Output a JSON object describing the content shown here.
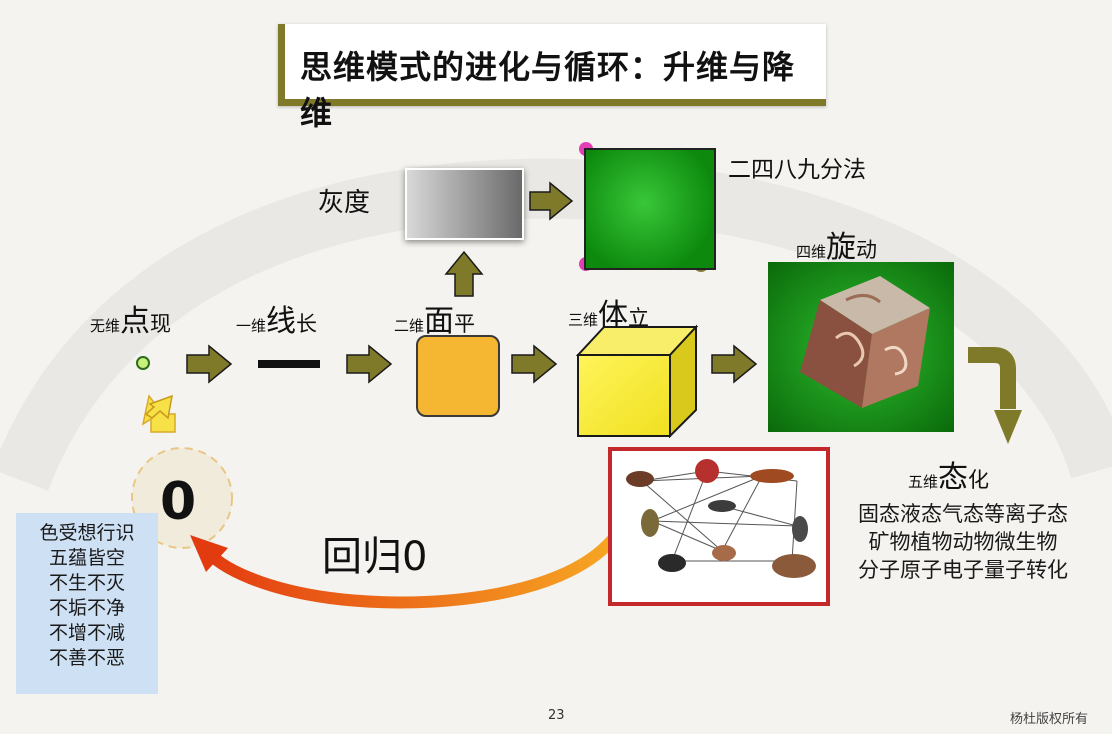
{
  "title": "思维模式的进化与循环：升维与降维",
  "stages": {
    "zero_d": {
      "small": "无维",
      "big": "点",
      "tail": "现"
    },
    "one_d": {
      "small": "一维",
      "big": "线",
      "tail": "长"
    },
    "two_d": {
      "small": "二维",
      "big": "面",
      "tail": "平"
    },
    "three_d": {
      "small": "三维",
      "big": "体",
      "tail": "立"
    },
    "four_d": {
      "small": "四维",
      "big": "旋",
      "tail": "动"
    },
    "five_d": {
      "small": "五维",
      "big": "态",
      "tail": "化"
    }
  },
  "gray_label": "灰度",
  "grid_label": "二四八九分法",
  "five_d_lines": [
    "固态液态气态等离子态",
    "矿物植物动物微生物",
    "分子原子电子量子转化"
  ],
  "zero": "0",
  "return_label": "回归0",
  "sutra_lines": [
    "色受想行识",
    "五蕴皆空",
    "不生不灭",
    "不垢不净",
    "不增不减",
    "不善不恶"
  ],
  "page_number": "23",
  "copyright": "杨杜版权所有",
  "colors": {
    "arrow": "#7f7a2a",
    "accent_red": "#c3282a",
    "orange": "#f5b632",
    "yellow": "#f4ec2a",
    "green": "#1fa81f"
  }
}
